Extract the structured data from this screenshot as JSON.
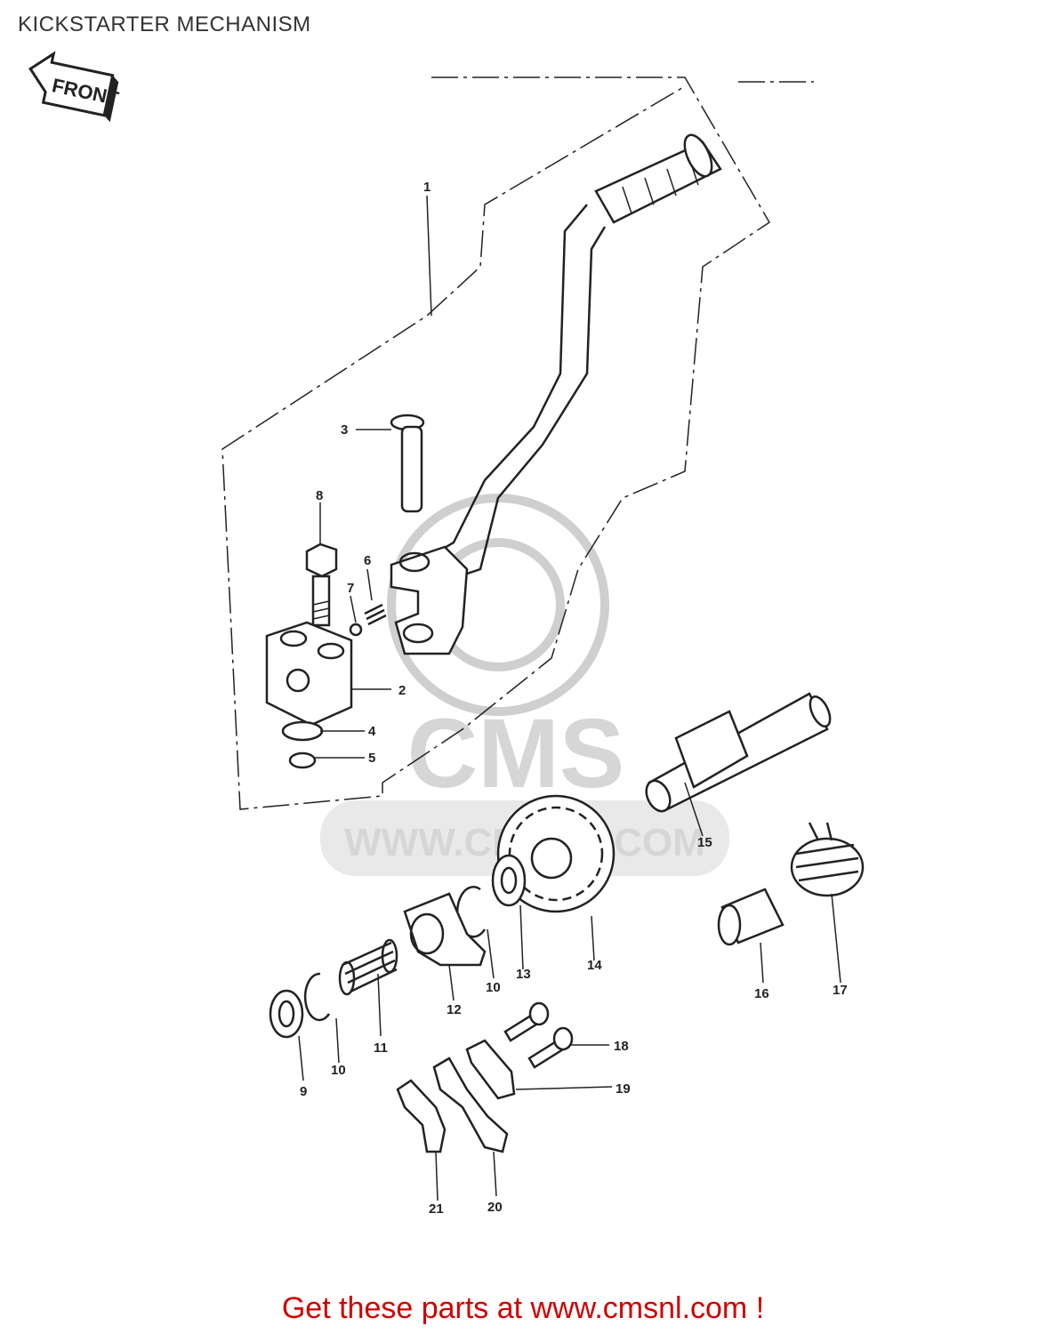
{
  "page_title": "KICKSTARTER MECHANISM",
  "front_label": "FRONT",
  "watermark": {
    "brand": "CMS",
    "url": "WWW.CMSNL.COM"
  },
  "footer": "Get these parts at www.cmsnl.com !",
  "callouts": [
    "1",
    "2",
    "3",
    "4",
    "5",
    "6",
    "7",
    "8",
    "9",
    "10",
    "10",
    "11",
    "12",
    "13",
    "14",
    "15",
    "16",
    "17",
    "18",
    "19",
    "20",
    "21"
  ],
  "accent_color": "#d00000"
}
